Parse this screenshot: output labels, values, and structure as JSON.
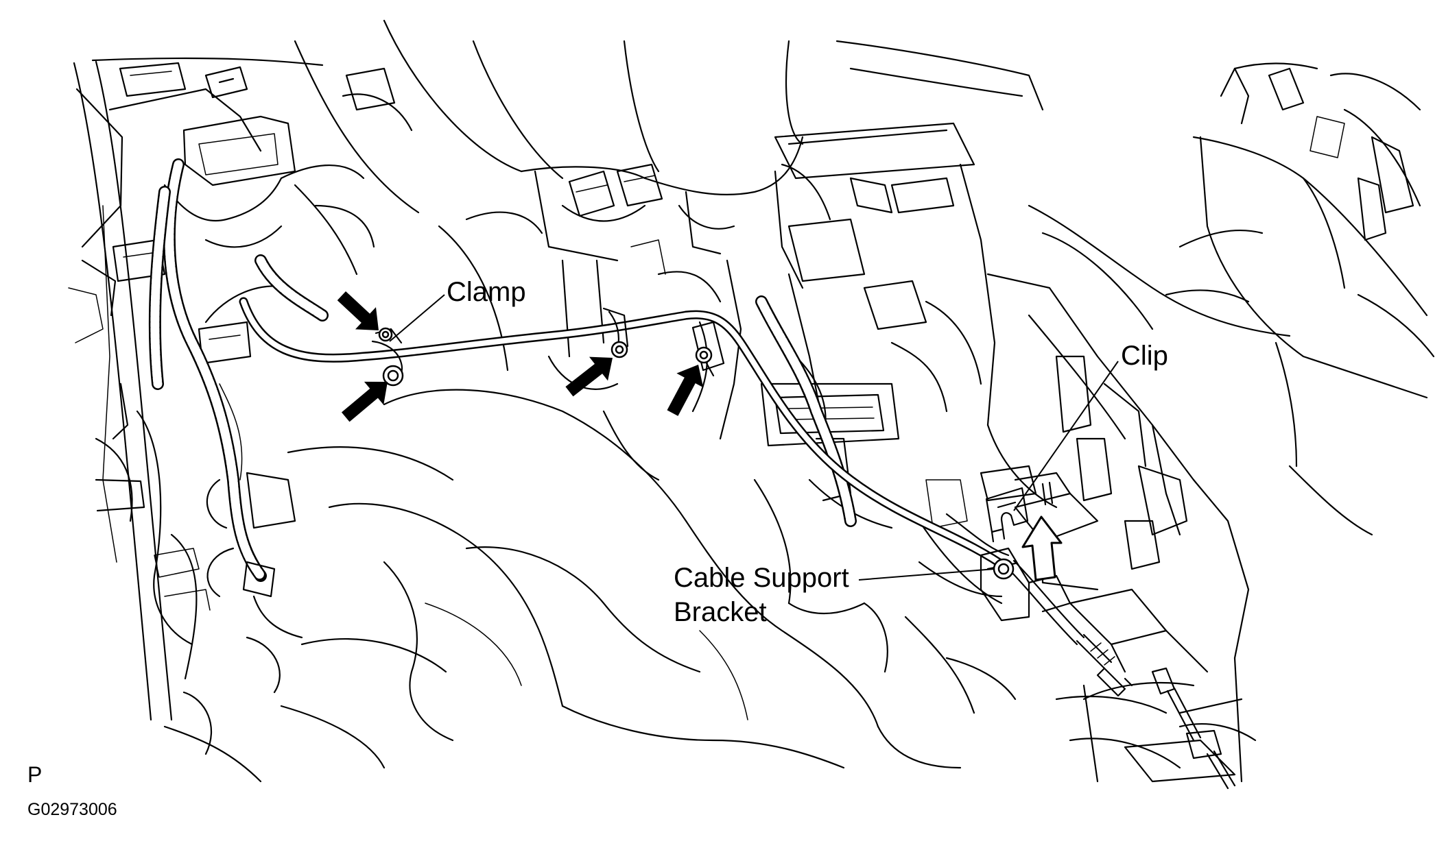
{
  "figure": {
    "labels": {
      "clamp": "Clamp",
      "clip": "Clip",
      "cable_support_bracket_line1": "Cable Support",
      "cable_support_bracket_line2": "Bracket"
    },
    "view_code": "P",
    "figure_code": "G02973006",
    "arrows": {
      "solid_count": 4,
      "hollow_count": 1
    }
  }
}
